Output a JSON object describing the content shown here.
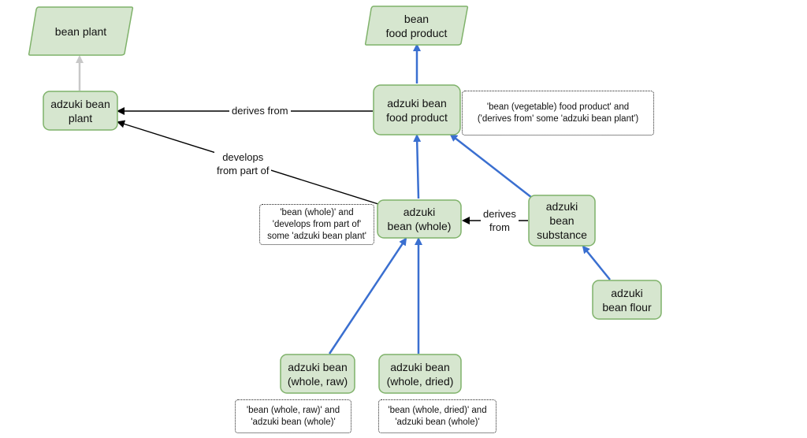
{
  "nodes": {
    "bean_plant": "bean plant",
    "bean_food_product": "bean\nfood product",
    "adzuki_bean_plant": "adzuki bean\nplant",
    "adzuki_bean_food_product": "adzuki bean\nfood product",
    "adzuki_bean_whole": "adzuki\nbean (whole)",
    "adzuki_bean_substance": "adzuki\nbean\nsubstance",
    "adzuki_bean_flour": "adzuki\nbean flour",
    "adzuki_bean_whole_raw": "adzuki bean\n(whole, raw)",
    "adzuki_bean_whole_dried": "adzuki bean\n(whole, dried)"
  },
  "notes": {
    "food_product_def": "'bean (vegetable) food product' and\n('derives from' some 'adzuki bean plant')",
    "whole_def": "'bean (whole)' and\n'develops from part of'\nsome 'adzuki bean plant'",
    "raw_def": "'bean (whole, raw)' and\n'adzuki bean (whole)'",
    "dried_def": "'bean (whole, dried)' and\n'adzuki bean (whole)'"
  },
  "edge_labels": {
    "derives_from_1": "derives from",
    "develops_from_part_of": "develops\nfrom part of",
    "derives_from_2": "derives\nfrom"
  },
  "colors": {
    "node_fill": "#d6e6cf",
    "node_border": "#7fb26a",
    "is_a_edge": "#3a6fd0",
    "plant_is_a_edge": "#c8c8c8",
    "relation_edge": "#000000"
  }
}
